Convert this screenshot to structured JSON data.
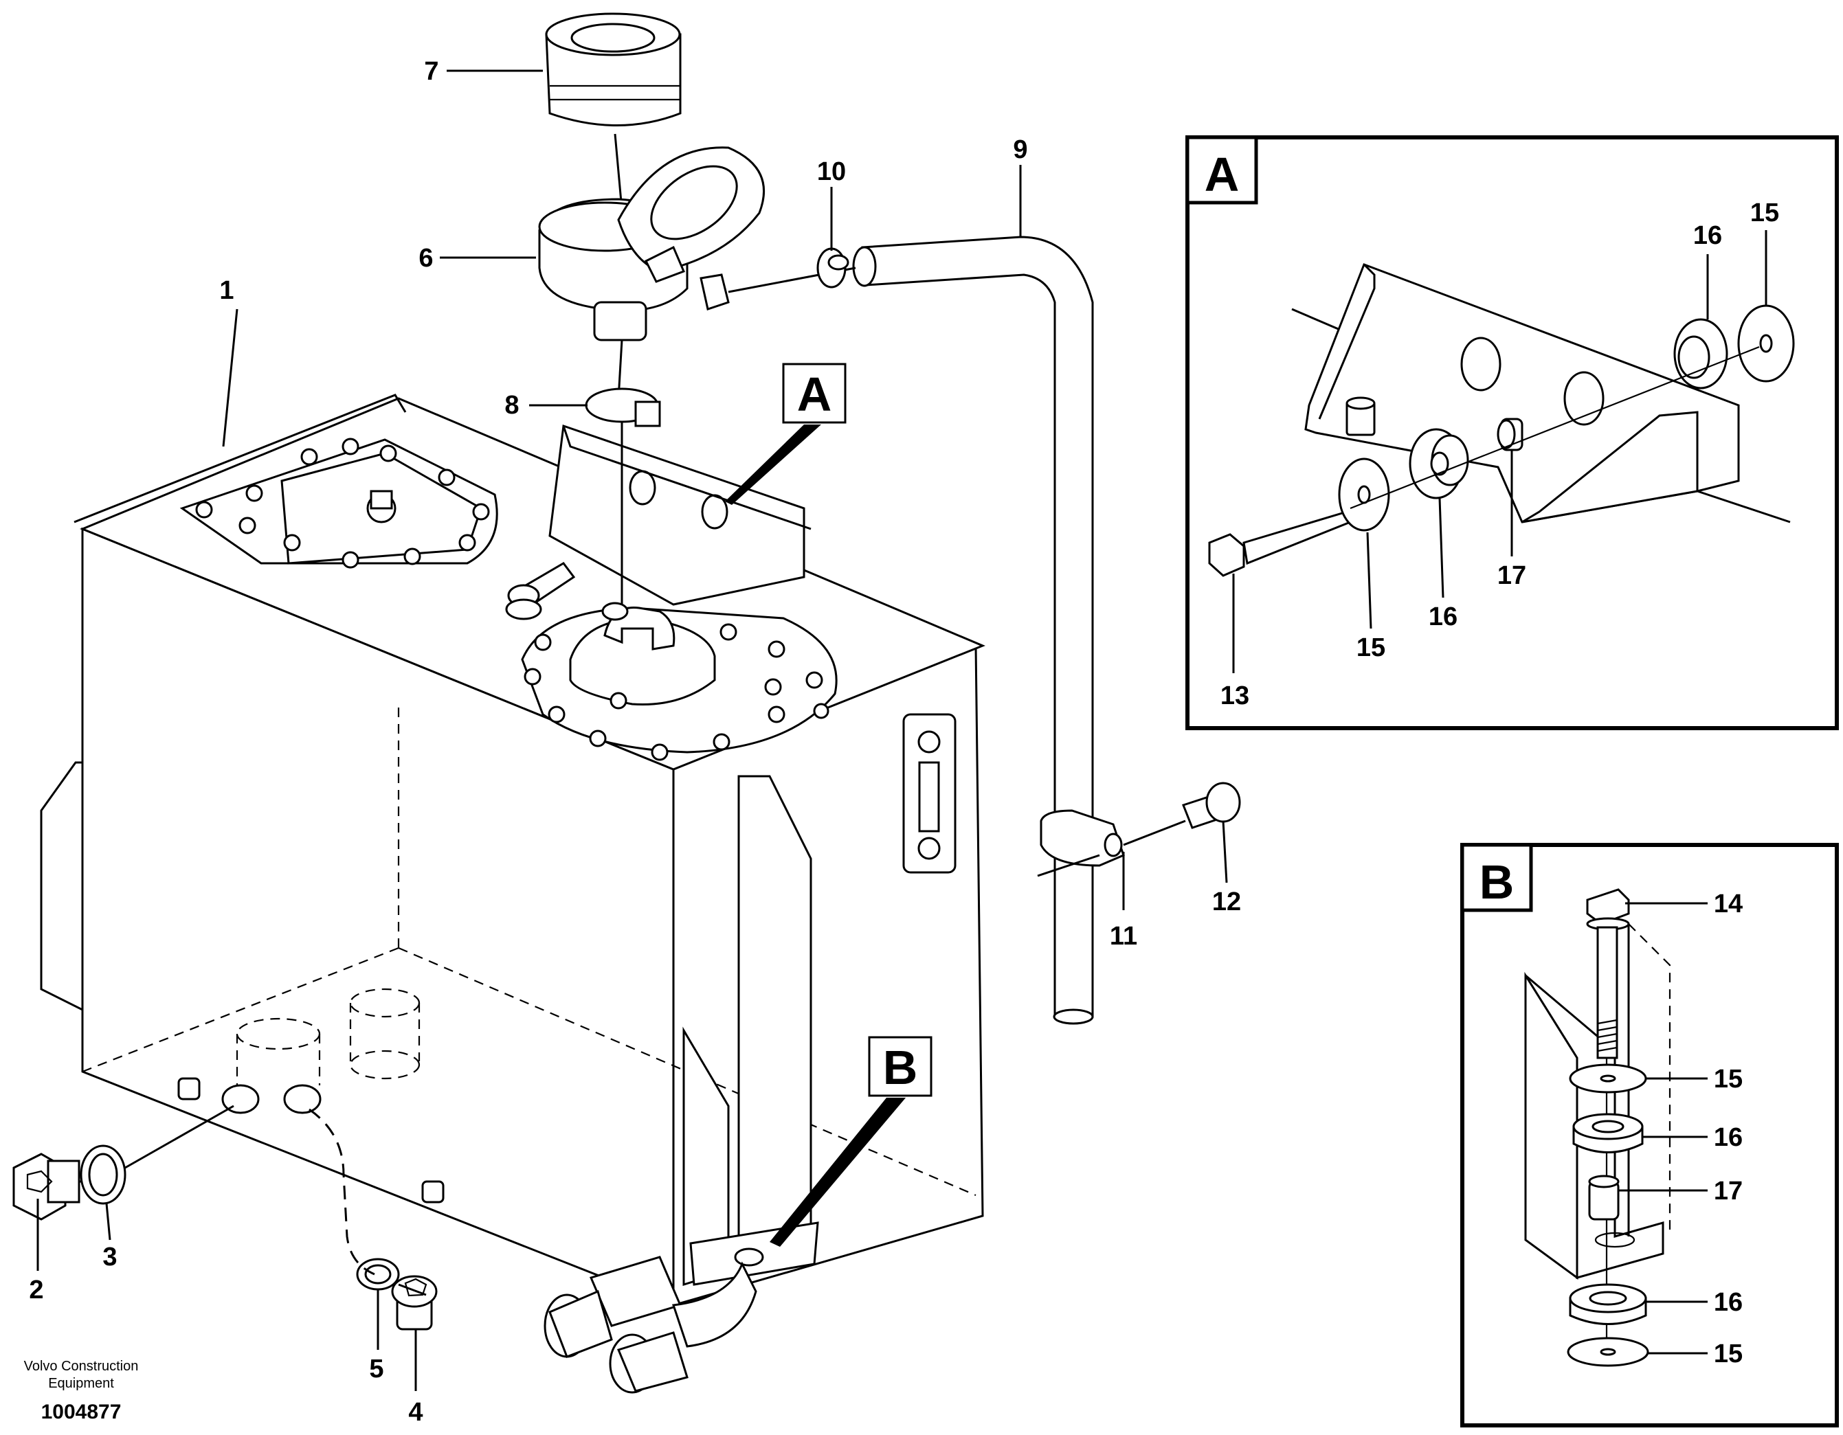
{
  "callouts": {
    "c1": "1",
    "c2": "2",
    "c3": "3",
    "c4": "4",
    "c5": "5",
    "c6": "6",
    "c7": "7",
    "c8": "8",
    "c9": "9",
    "c10": "10",
    "c11": "11",
    "c12": "12",
    "a13": "13",
    "a15a": "15",
    "a15b": "15",
    "a16a": "16",
    "a16b": "16",
    "a17": "17",
    "b14": "14",
    "b15a": "15",
    "b16a": "16",
    "b17": "17",
    "b16b": "16",
    "b15b": "15"
  },
  "detail_tags": {
    "main_a": "A",
    "main_b": "B",
    "panel_a": "A",
    "panel_b": "B"
  },
  "footer": {
    "credit_line1": "Volvo Construction",
    "credit_line2": "Equipment",
    "document_number": "1004877"
  }
}
